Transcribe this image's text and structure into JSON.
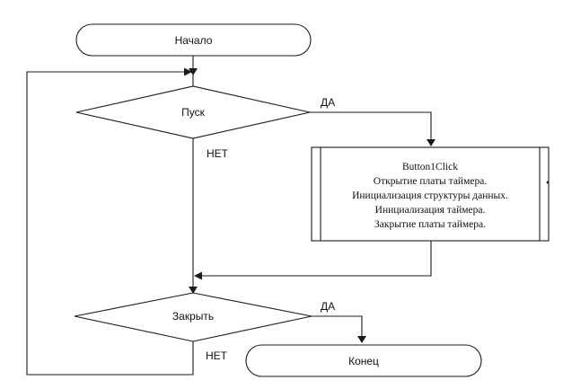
{
  "start_label": "Начало",
  "decision1_label": "Пуск",
  "decision1_yes": "ДА",
  "decision1_no": "НЕТ",
  "process_lines": [
    "Button1Click",
    "Открытие платы таймера.",
    "Инициализация структуры данных.",
    "Инициализация таймера.",
    "Закрытие платы таймера."
  ],
  "decision2_label": "Закрыть",
  "decision2_yes": "ДА",
  "decision2_no": "НЕТ",
  "end_label": "Конец"
}
